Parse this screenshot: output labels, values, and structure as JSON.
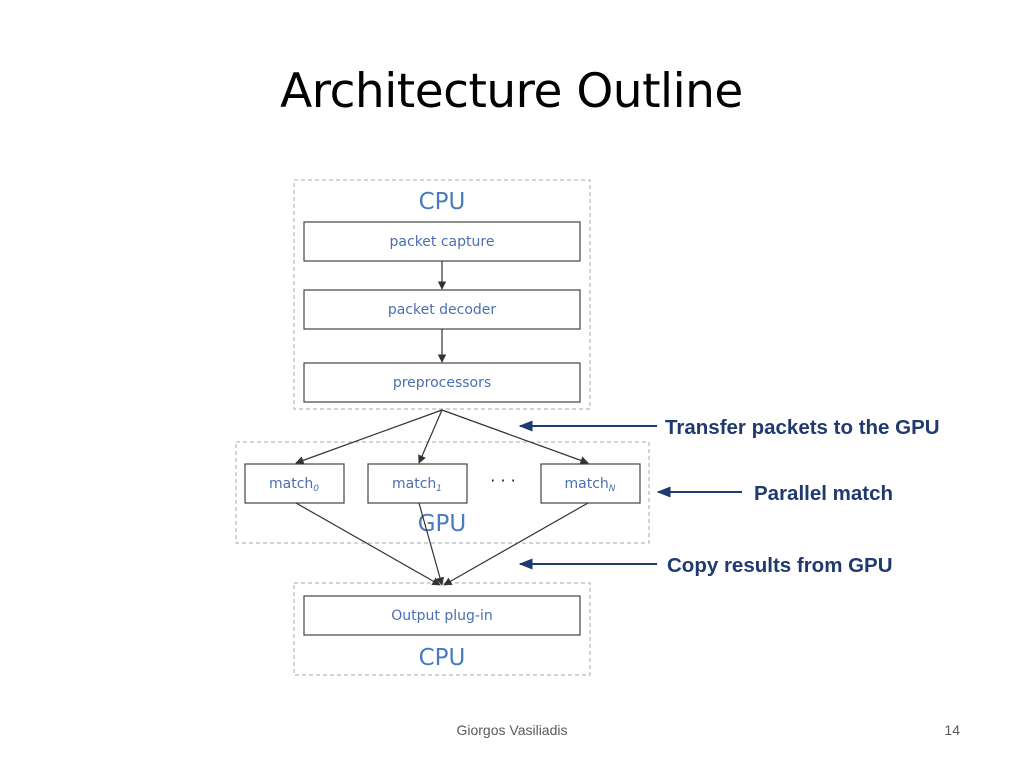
{
  "slide": {
    "title": "Architecture Outline",
    "author": "Giorgos Vasiliadis",
    "page_number": "14"
  },
  "diagram": {
    "cpu_top_label": "CPU",
    "gpu_label": "GPU",
    "cpu_bottom_label": "CPU",
    "stages": {
      "packet_capture": "packet capture",
      "packet_decoder": "packet decoder",
      "preprocessors": "preprocessors",
      "output_plugin": "Output plug-in"
    },
    "matchers": [
      {
        "base": "match",
        "sub": "0"
      },
      {
        "base": "match",
        "sub": "1"
      },
      {
        "base": "match",
        "sub": "N"
      }
    ],
    "ellipsis": "· · ·",
    "annotations": {
      "transfer": "Transfer packets to the GPU",
      "parallel": "Parallel match",
      "copy": "Copy results from GPU"
    },
    "colors": {
      "label_blue": "#4a6fb3",
      "annotation_blue": "#1f3a6e",
      "dashed_border": "#aaaaaa"
    }
  }
}
